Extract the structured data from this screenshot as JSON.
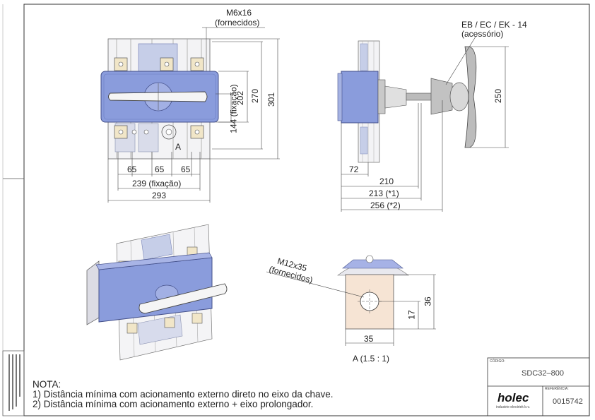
{
  "top_view": {
    "callout_screw_l1": "M6x16",
    "callout_screw_l2": "(fornecidos)",
    "dims": {
      "d65a": "65",
      "d65b": "65",
      "d65c": "65",
      "d239": "239 (fixação)",
      "d293": "293",
      "d144": "144 (fixação)",
      "d202": "202",
      "d270": "270",
      "d301": "301",
      "detail_ref": "A"
    }
  },
  "side_view": {
    "accessory_l1": "EB / EC / EK - 14",
    "accessory_l2": "(acessório)",
    "dims": {
      "d72": "72",
      "d210": "210",
      "d213": "213 (*1)",
      "d256": "256 (*2)",
      "d250": "250"
    }
  },
  "detail_view": {
    "callout_l1": "M12x35",
    "callout_l2": "(fornecidos)",
    "dims": {
      "d35": "35",
      "d17": "17",
      "d36": "36"
    },
    "caption": "A  (1.5 : 1)"
  },
  "notes": {
    "heading": "NOTA:",
    "line1": "1) Distância mínima com acionamento externo direto no eixo da chave.",
    "line2": "2) Distância mínima com acionamento externo + eixo prolongador."
  },
  "title_block": {
    "code_label": "CÓDIGO:",
    "code_value": "SDC32–800",
    "ref_label": "REFERÊNCIA:",
    "ref_value": "0015742",
    "brand": "holec",
    "brand_sub": "industrie electriek b.v."
  },
  "colors": {
    "handle_body": "#8a9cdc",
    "handle_body_dark": "#5a6cb4",
    "plate": "#f6e4d4",
    "line": "#333333"
  }
}
